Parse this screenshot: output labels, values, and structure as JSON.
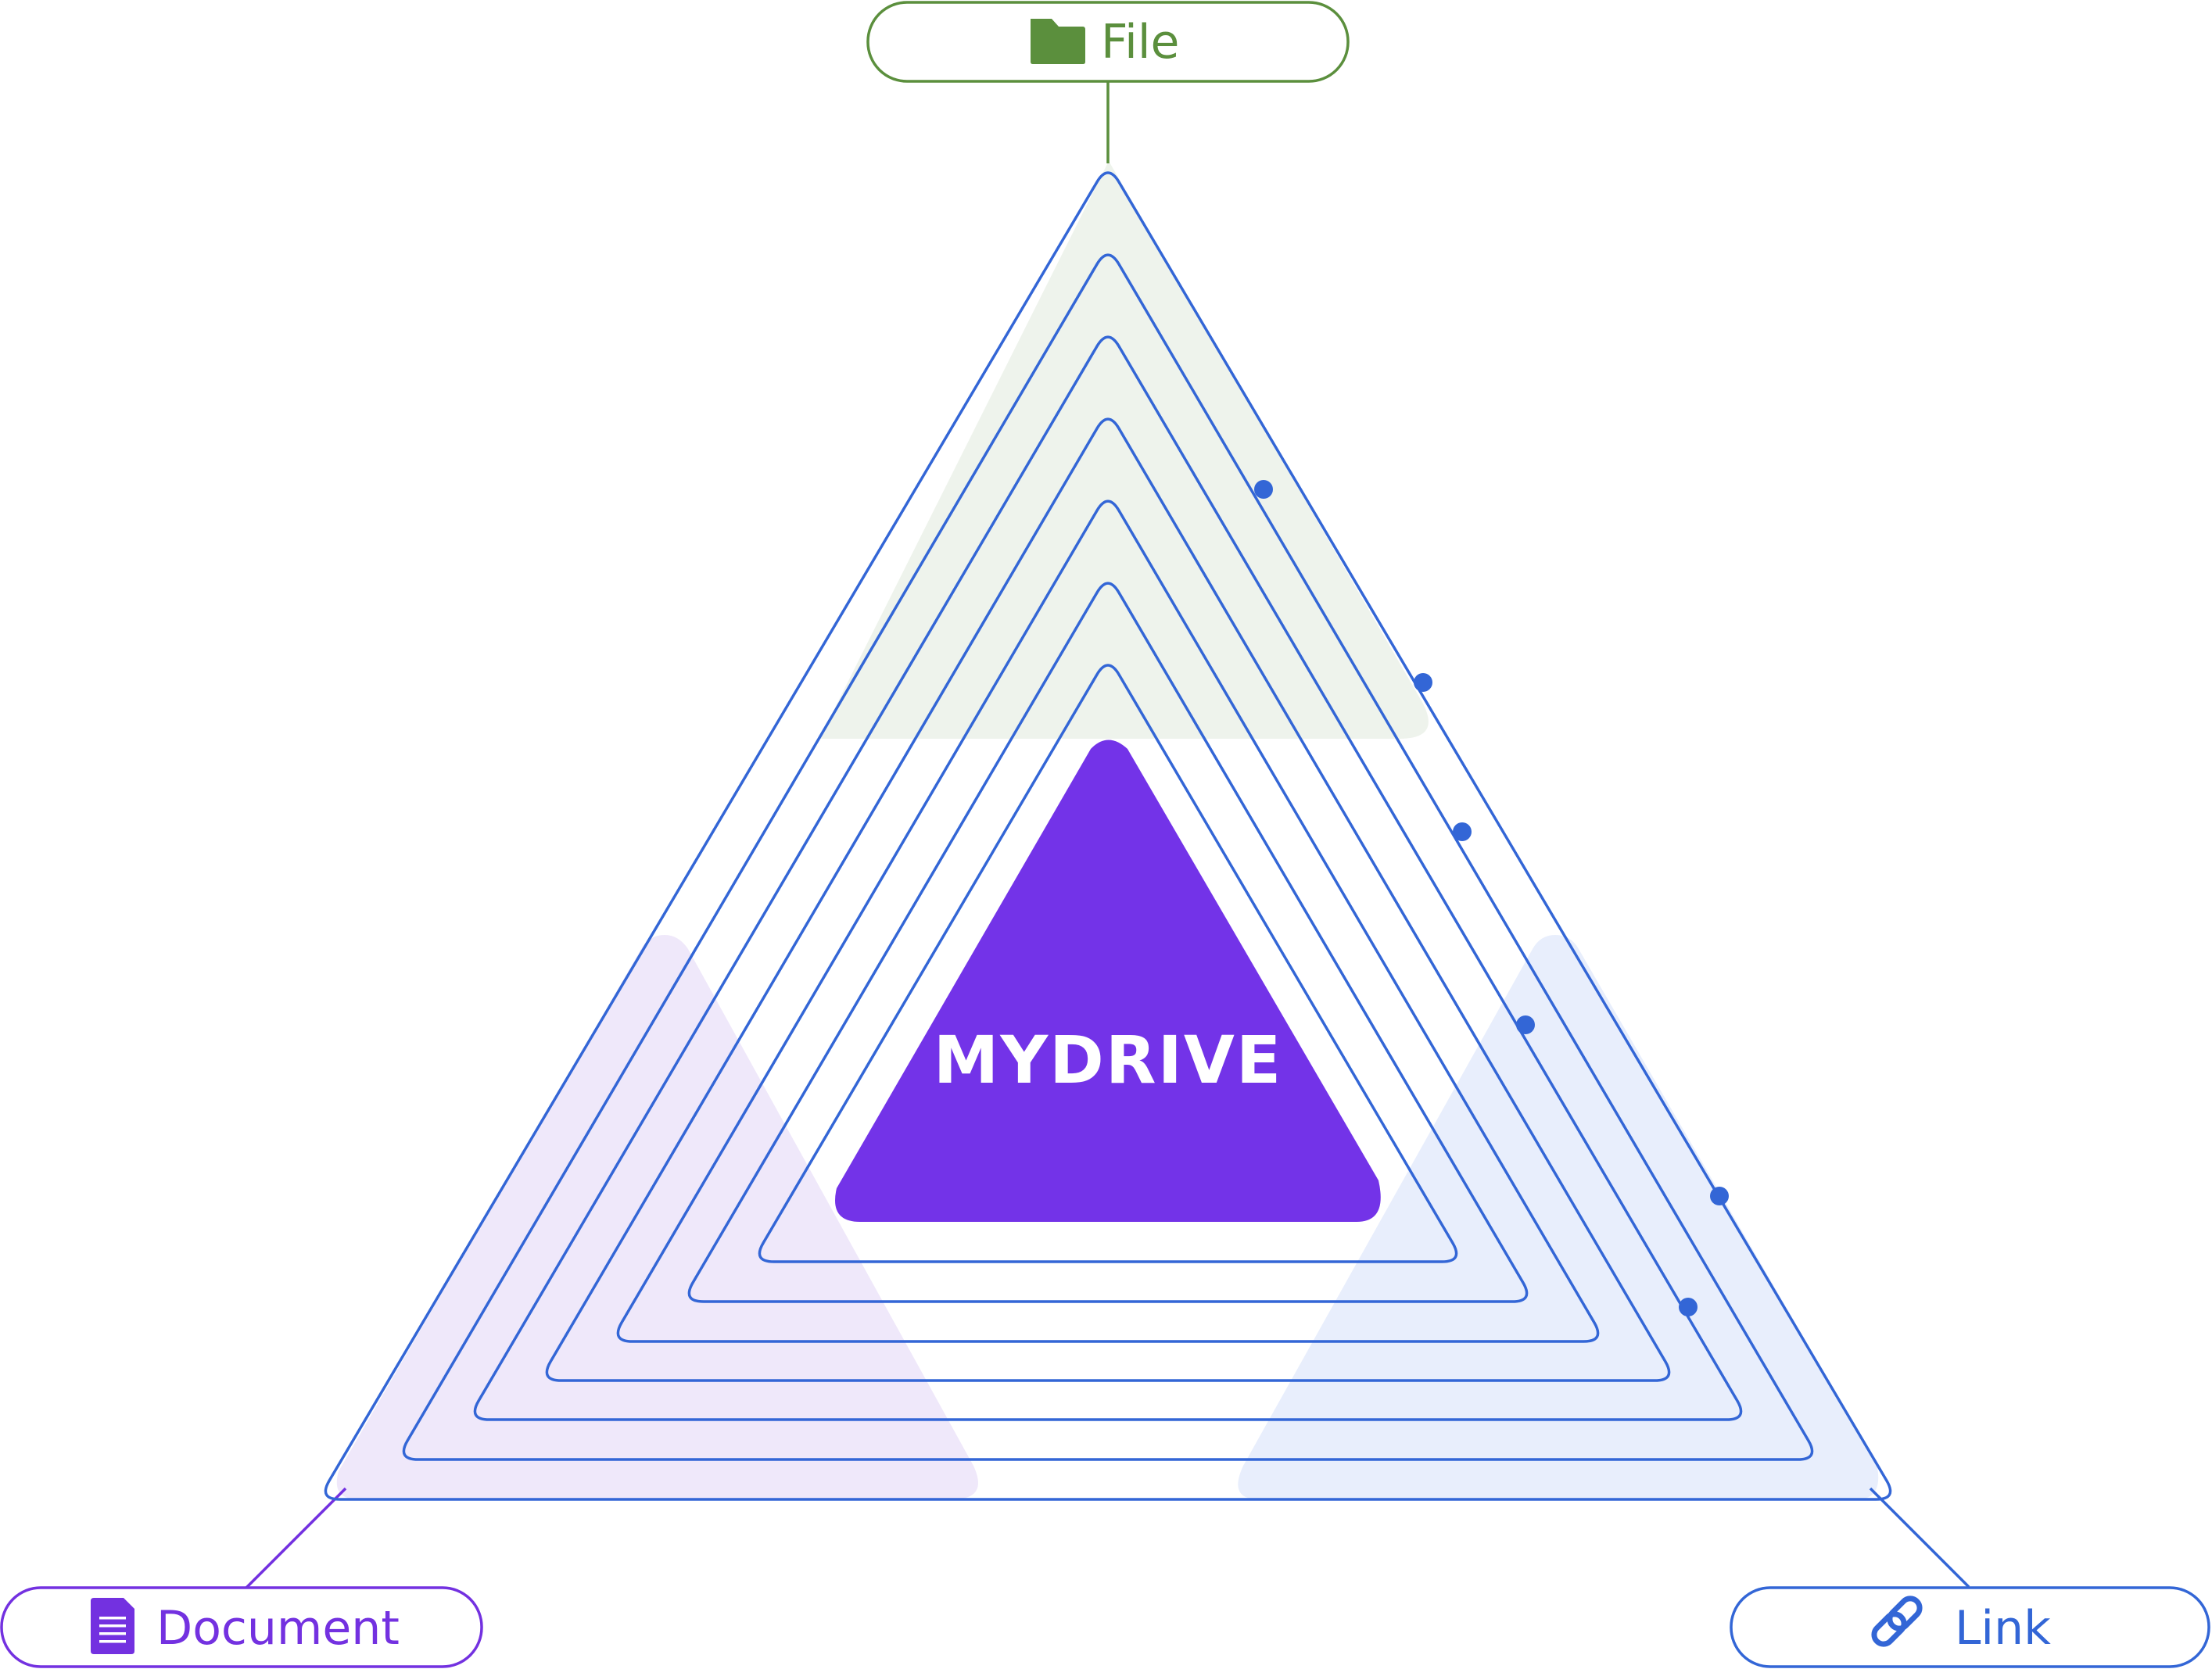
{
  "center": {
    "label": "MYDRIVE"
  },
  "nodes": {
    "file": {
      "label": "File",
      "icon": "folder-icon"
    },
    "document": {
      "label": "Document",
      "icon": "document-icon"
    },
    "link": {
      "label": "Link",
      "icon": "link-icon"
    }
  },
  "colors": {
    "file": "#5B8F3D",
    "document": "#7331E0",
    "link": "#3366D6",
    "center_fill": "#7333E8",
    "file_zone": "#EEF3EC",
    "document_zone": "#EFE8FA",
    "link_zone": "#E8EEFC",
    "outline": "#3366D6"
  }
}
